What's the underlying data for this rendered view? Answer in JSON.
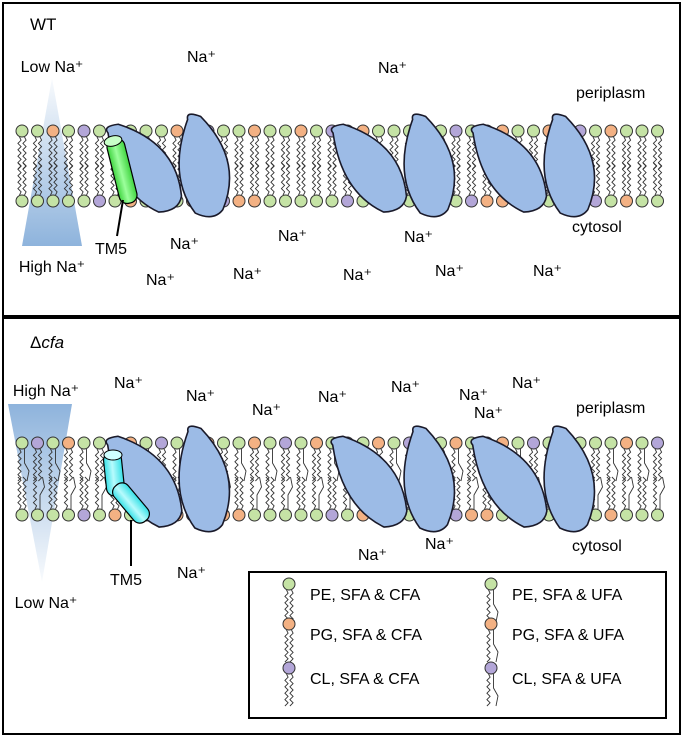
{
  "panels": {
    "wt": {
      "title": "WT",
      "gradient_top": "Low Na⁺",
      "gradient_bottom": "High Na⁺",
      "side_top": "periplasm",
      "side_bottom": "cytosol",
      "helix_label": "TM5",
      "ion": "Na⁺"
    },
    "dcfa": {
      "title_delta": "Δ",
      "title_gene": "cfa",
      "gradient_top": "High Na⁺",
      "gradient_bottom": "Low Na⁺",
      "side_top": "periplasm",
      "side_bottom": "cytosol",
      "helix_label": "TM5",
      "ion": "Na⁺"
    }
  },
  "legend": {
    "items": [
      {
        "label": "PE, SFA & CFA",
        "head": "pe",
        "tail": "cfa"
      },
      {
        "label": "PE, SFA & UFA",
        "head": "pe",
        "tail": "ufa"
      },
      {
        "label": "PG, SFA & CFA",
        "head": "pg",
        "tail": "cfa"
      },
      {
        "label": "PG, SFA & UFA",
        "head": "pg",
        "tail": "ufa"
      },
      {
        "label": "CL, SFA & CFA",
        "head": "cl",
        "tail": "cfa"
      },
      {
        "label": "CL, SFA & UFA",
        "head": "cl",
        "tail": "ufa"
      }
    ]
  },
  "colors": {
    "pe": "#c5e3a5",
    "pg": "#f3b183",
    "cl": "#b3a6d8",
    "protein": "#9cbbe6",
    "helix_wt": "#6af06a",
    "helix_dcfa": "#6ff3f6",
    "gradient": "#7aa6d6"
  }
}
